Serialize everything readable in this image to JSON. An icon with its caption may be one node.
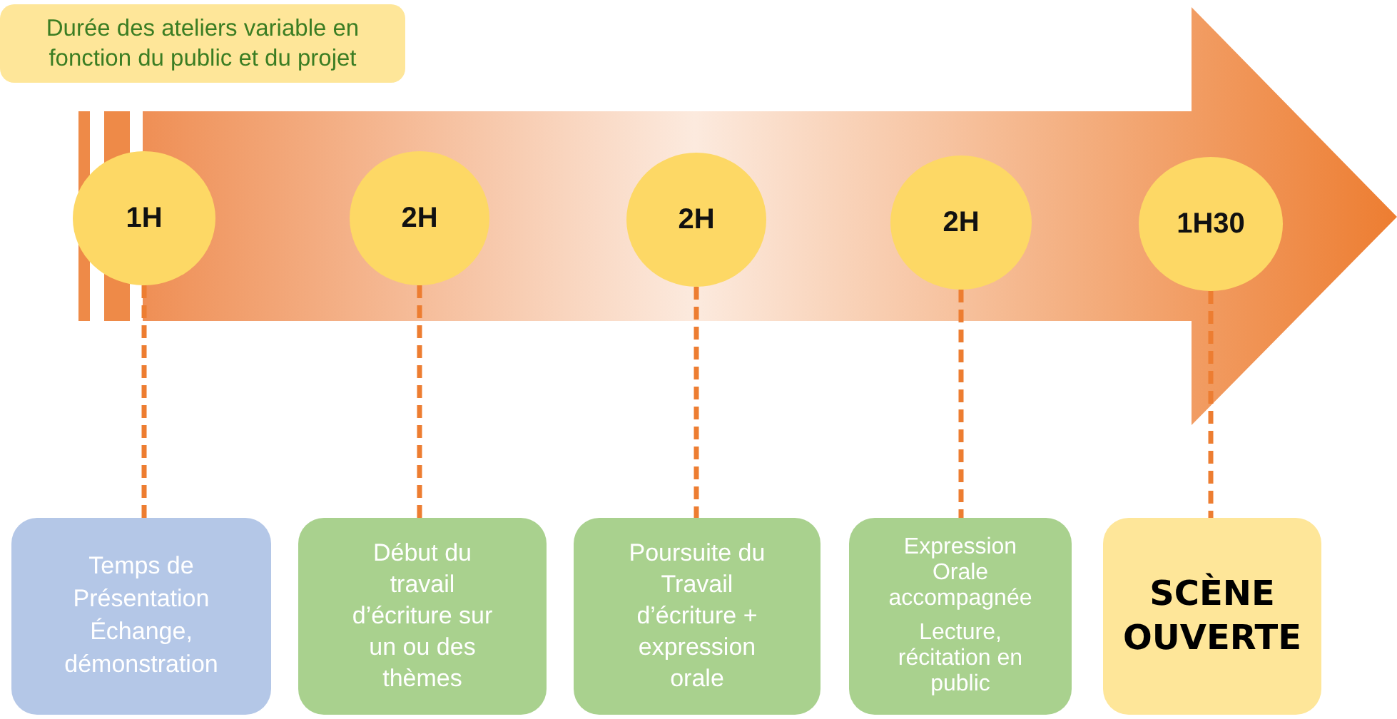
{
  "diagram": {
    "nodes": [
      {
        "text": [
          "Durée des ateliers variable en fonction du public et du projet"
        ]
      },
      {
        "text": [
          "1H"
        ]
      },
      {
        "text": [
          "2H"
        ]
      },
      {
        "text": [
          "2H"
        ]
      },
      {
        "text": [
          "2H"
        ]
      },
      {
        "text": [
          "1H30"
        ]
      },
      {
        "text": [
          "Temps de Présentation Échange, démonstration"
        ]
      },
      {
        "text": [
          "Début du travail d’écriture sur un ou des thèmes"
        ]
      },
      {
        "text": [
          "Poursuite du Travail d’écriture + expression orale"
        ]
      },
      {
        "text": [
          "Expression Orale accompagnée",
          "Lecture, récitation en public"
        ]
      },
      {
        "text": [
          "SCÈNE OUVERTE"
        ]
      }
    ],
    "edges": [
      {
        "from": 1,
        "to": 6,
        "arrow": "none",
        "style": "dashed"
      },
      {
        "from": 2,
        "to": 7,
        "arrow": "none",
        "style": "dashed"
      },
      {
        "from": 3,
        "to": 8,
        "arrow": "none",
        "style": "dashed"
      },
      {
        "from": 4,
        "to": 9,
        "arrow": "none",
        "style": "dashed"
      },
      {
        "from": 5,
        "to": 10,
        "arrow": "none",
        "style": "dashed"
      }
    ]
  }
}
